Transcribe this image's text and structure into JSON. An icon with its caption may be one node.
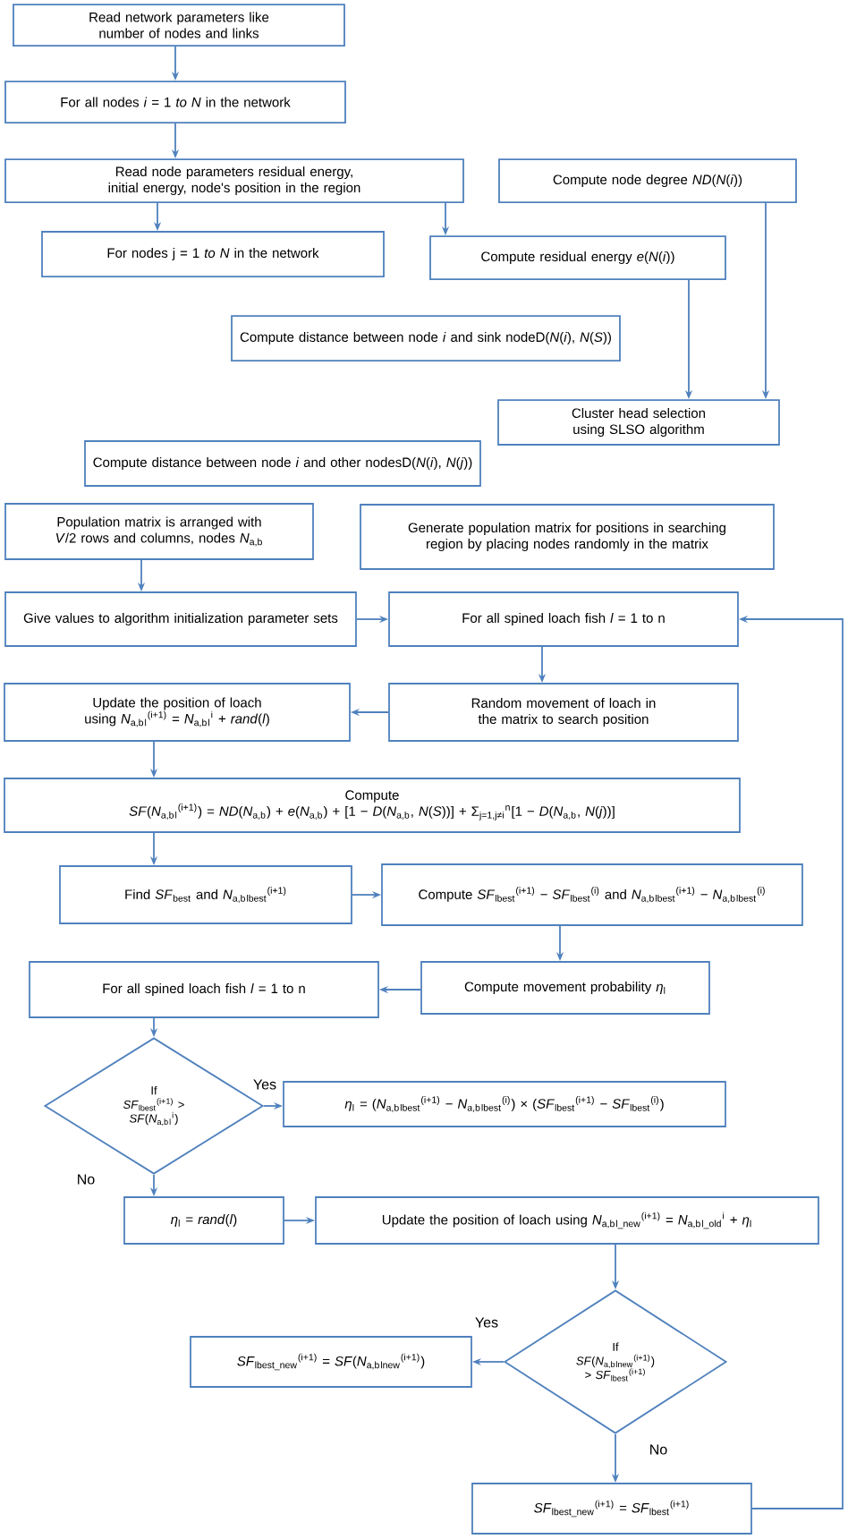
{
  "diagram": {
    "nodes": [
      {
        "text": [
          "Read network parameters like number of nodes and links"
        ]
      },
      {
        "text": [
          "For all nodes *i* = 1 *to N* in the network"
        ]
      },
      {
        "text": [
          "Read node parameters residual energy, initial energy, node's position in the region"
        ]
      },
      {
        "text": [
          "Compute node degree *ND*(*N*(*i*))"
        ]
      },
      {
        "text": [
          "For nodes j = 1 *to N* in the network"
        ]
      },
      {
        "text": [
          "Compute residual energy *e*(*N*(*i*))"
        ]
      },
      {
        "text": [
          "Compute distance between node *i* and sink nodeD(*N*(*i*), *N*(*S*))"
        ]
      },
      {
        "text": [
          "Cluster head selection using SLSO algorithm"
        ]
      },
      {
        "text": [
          "Compute distance between node *i* and other nodesD(*N*(*i*), *N*(*j*))"
        ]
      },
      {
        "text": [
          "Population matrix is arranged with *V*/2 rows and columns, nodes *N*$_{a,b}$"
        ]
      },
      {
        "text": [
          "Generate population matrix for positions in searching region by placing nodes randomly in the matrix"
        ]
      },
      {
        "text": [
          "Give values to algorithm initialization parameter sets"
        ]
      },
      {
        "text": [
          "For all spined loach fish *l* = 1 to n"
        ]
      },
      {
        "text": [
          "Update the position of loach using *N*$_{a,b}$$_{l}$$^{(i+1)}$ = *N*$_{a,b}$$_{l}$$^{i}$ + *rand*(*l*)"
        ]
      },
      {
        "text": [
          "Random movement of loach in the matrix to search position"
        ]
      },
      {
        "text": [
          "Compute",
          "*SF*(*N*$_{a,b}$$_{l}$$^{(i+1)}$) = *ND*(*N*$_{a,b}$) + *e*(*N*$_{a,b}$) + [1 − *D*(*N*$_{a,b}$, *N*(*S*))] + Σ$_{j=1,j≠i}$$^{n}$[1 − *D*(*N*$_{a,b}$, *N*(*j*))]"
        ]
      },
      {
        "text": [
          "Find *SF*$_{best}$ and *N*$_{a,b}$$_{lbest}$$^{(i+1)}$"
        ]
      },
      {
        "text": [
          "Compute *SF*$_{lbest}$$^{(i+1)}$ − *SF*$_{lbest}$$^{(i)}$ and *N*$_{a,b}$$_{lbest}$$^{(i+1)}$ − *N*$_{a,b}$$_{lbest}$$^{(i)}$"
        ]
      },
      {
        "text": [
          "Compute movement probability *η*$_{l}$"
        ]
      },
      {
        "text": [
          "For all spined loach fish *l* = 1 to n"
        ]
      },
      {
        "text": [
          "If",
          "*SF*$_{lbest}$$^{(i+1)}$ > *SF*(*N*$_{a,b}$$_{l}$$^{i}$)"
        ]
      },
      {
        "text": [
          "*η*$_{l}$ = (*N*$_{a,b}$$_{lbest}$$^{(i+1)}$ − *N*$_{a,b}$$_{lbest}$$^{(i)}$) × (*SF*$_{lbest}$$^{(i+1)}$ − *SF*$_{lbest}$$^{(i)}$)"
        ]
      },
      {
        "text": [
          "*η*$_{l}$ = *rand*(*l*)"
        ]
      },
      {
        "text": [
          "Update the position of loach using *N*$_{a,b}$$_{l_new}$$^{(i+1)}$ = *N*$_{a,b}$$_{l_old}$$^{i}$ + *η*$_{l}$"
        ]
      },
      {
        "text": [
          "If",
          "*SF*(*N*$_{a,b}$$_{lnew}$$^{(i+1)}$) > *SF*$_{lbest}$$^{(i+1)}$"
        ]
      },
      {
        "text": [
          "*SF*$_{lbest_new}$$^{(i+1)}$ = *SF*(*N*$_{a,b}$$_{lnew}$$^{(i+1)}$)"
        ]
      },
      {
        "text": [
          "*SF*$_{lbest_new}$$^{(i+1)}$ = *SF*$_{lbest}$$^{(i+1)}$"
        ]
      }
    ],
    "edges": [
      {
        "from": 0,
        "to": 1,
        "arrow": "to"
      },
      {
        "from": 1,
        "to": 2,
        "arrow": "to"
      },
      {
        "from": 2,
        "to": 4,
        "arrow": "to"
      },
      {
        "from": 2,
        "to": 5,
        "arrow": "to"
      },
      {
        "from": 3,
        "to": 7,
        "arrow": "to"
      },
      {
        "from": 5,
        "to": 7,
        "arrow": "to"
      },
      {
        "from": 9,
        "to": 11,
        "arrow": "to"
      },
      {
        "from": 11,
        "to": 12,
        "arrow": "to"
      },
      {
        "from": 12,
        "to": 14,
        "arrow": "to"
      },
      {
        "from": 14,
        "to": 13,
        "arrow": "to"
      },
      {
        "from": 13,
        "to": 15,
        "arrow": "to"
      },
      {
        "from": 15,
        "to": 16,
        "arrow": "to"
      },
      {
        "from": 16,
        "to": 17,
        "arrow": "to"
      },
      {
        "from": 17,
        "to": 18,
        "arrow": "to"
      },
      {
        "from": 18,
        "to": 19,
        "arrow": "to"
      },
      {
        "from": 19,
        "to": 20,
        "arrow": "to"
      },
      {
        "from": 20,
        "to": 21,
        "arrow": "to",
        "label": "Yes"
      },
      {
        "from": 20,
        "to": 22,
        "arrow": "to",
        "label": "No"
      },
      {
        "from": 22,
        "to": 23,
        "arrow": "to"
      },
      {
        "from": 23,
        "to": 24,
        "arrow": "to"
      },
      {
        "from": 24,
        "to": 25,
        "arrow": "to",
        "label": "Yes"
      },
      {
        "from": 24,
        "to": 26,
        "arrow": "to",
        "label": "No"
      },
      {
        "from": 26,
        "to": 12,
        "arrow": "to"
      }
    ]
  }
}
